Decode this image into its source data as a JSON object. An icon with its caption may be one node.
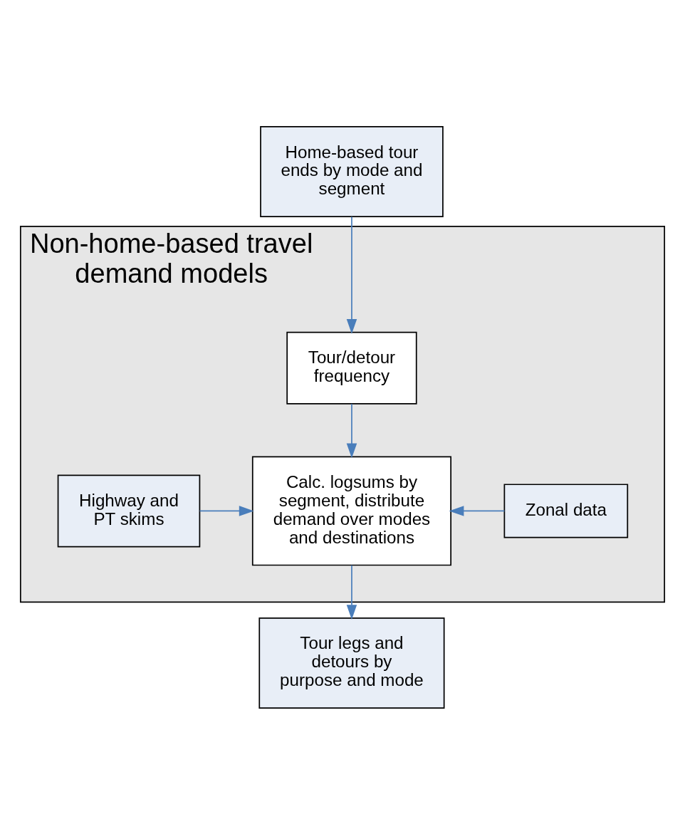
{
  "diagram": {
    "nodes": [
      {
        "text": [
          "Home-based tour ends by mode and segment"
        ]
      },
      {
        "text": [
          "Non-home-based travel demand models"
        ]
      },
      {
        "text": [
          "Tour/detour frequency"
        ],
        "in": 1
      },
      {
        "text": [
          "Highway and PT skims"
        ],
        "in": 1
      },
      {
        "text": [
          "Calc. logsums by segment, distribute demand over modes and destinations"
        ],
        "in": 1
      },
      {
        "text": [
          "Zonal data"
        ],
        "in": 1
      },
      {
        "text": [
          "Tour legs and detours by purpose and mode"
        ]
      }
    ],
    "edges": [
      {
        "from": 0,
        "to": 2,
        "arrow": "to"
      },
      {
        "from": 2,
        "to": 4,
        "arrow": "to"
      },
      {
        "from": 3,
        "to": 4,
        "arrow": "to"
      },
      {
        "from": 5,
        "to": 4,
        "arrow": "to"
      },
      {
        "from": 4,
        "to": 6,
        "arrow": "to"
      }
    ]
  }
}
